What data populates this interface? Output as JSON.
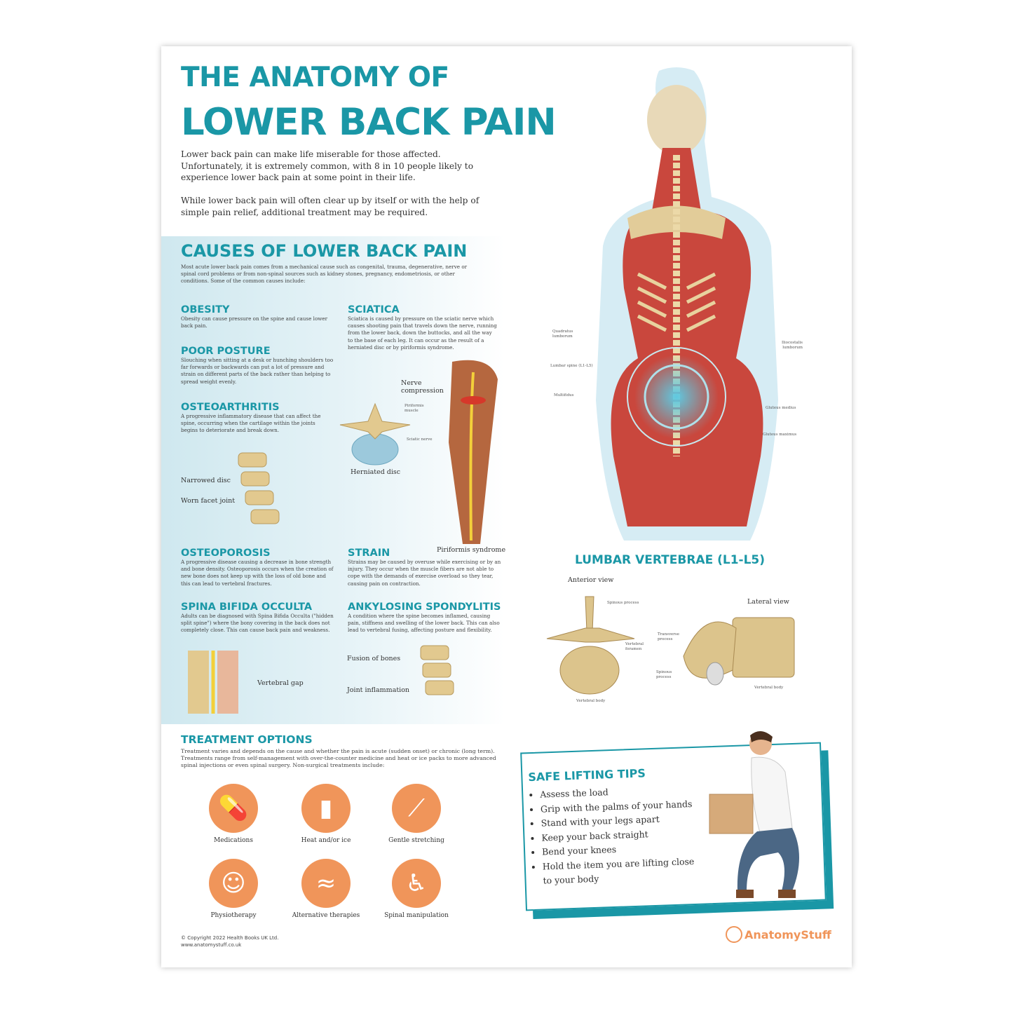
{
  "title": {
    "line1": "THE ANATOMY OF",
    "line2": "LOWER BACK PAIN"
  },
  "intro": [
    "Lower back pain can make life miserable for those affected. Unfortunately, it is extremely common, with 8 in 10 people likely to experience lower back pain at some point in their life.",
    "While lower back pain will often clear up by itself or with the help of simple pain relief, additional treatment may be required."
  ],
  "causes": {
    "heading": "CAUSES OF LOWER BACK PAIN",
    "intro": "Most acute lower back pain comes from a mechanical cause such as congenital, trauma, degenerative, nerve or spinal cord problems or from non-spinal sources such as kidney stones, pregnancy, endometriosis, or other conditions.  Some of the common causes include:",
    "items": [
      {
        "title": "OBESITY",
        "text": "Obesity can cause pressure on the spine and cause lower back pain."
      },
      {
        "title": "SCIATICA",
        "text": "Sciatica is caused by pressure on the sciatic nerve which causes shooting pain that travels down the nerve, running from the lower back, down the buttocks, and all the way to the base of each leg. It can occur as the result of a herniated disc or by piriformis syndrome."
      },
      {
        "title": "POOR POSTURE",
        "text": "Slouching when sitting at a desk or hunching shoulders too far forwards or backwards can put a lot of pressure and strain on different parts of the back rather than helping to spread weight evenly."
      },
      {
        "title": "OSTEOARTHRITIS",
        "text": "A progressive inflammatory disease that can affect the spine, occurring when the cartilage within the joints begins to deteriorate and break down."
      },
      {
        "title": "OSTEOPOROSIS",
        "text": "A progressive disease causing a decrease in bone strength and bone density. Osteoporosis occurs when the creation of new bone does not keep up with the loss of old bone and this can lead to vertebral fractures."
      },
      {
        "title": "STRAIN",
        "text": "Strains may be caused by overuse while exercising or by an injury. They occur when the muscle fibers are not able to cope with the demands of exercise overload so they tear, causing pain on contraction."
      },
      {
        "title": "SPINA BIFIDA OCCULTA",
        "text": "Adults can be diagnosed with Spina Bifida Occulta (\"hidden split spine\") where the bony covering in the back does not completely close. This can cause back pain and weakness."
      },
      {
        "title": "ANKYLOSING SPONDYLITIS",
        "text": "A condition where the spine becomes inflamed, causing pain, stiffness and swelling of the lower back. This can also lead to vertebral fusing, affecting posture and flexibility."
      }
    ],
    "labels": {
      "narrowed_disc": "Narrowed disc",
      "worn_facet": "Worn facet joint",
      "nerve_compression": "Nerve compression",
      "piriformis_muscle": "Piriformis muscle",
      "sciatic_nerve": "Sciatic nerve",
      "herniated_disc": "Herniated disc",
      "piriformis_syndrome": "Piriformis syndrome",
      "vertebral_gap": "Vertebral gap",
      "fusion": "Fusion of bones",
      "joint_inflammation": "Joint inflammation"
    }
  },
  "back_labels": {
    "quadratus": "Quadratus lumborum",
    "lumbar_spine": "Lumbar spine (L1-L5)",
    "multifidus": "Multifidus",
    "iliocostalis": "Iliocostalis lumborum",
    "gluteus_medius": "Gluteus medius",
    "gluteus_maximus": "Gluteus maximus"
  },
  "lumbar": {
    "heading": "LUMBAR VERTEBRAE (L1-L5)",
    "anterior": "Anterior view",
    "lateral": "Lateral view",
    "labels": {
      "spinous_a": "Spinous process",
      "foramen": "Vertebral foramen",
      "body_a": "Vertebral body",
      "transverse": "Transverse process",
      "spinous_l": "Spinous process",
      "body_l": "Vertebral body"
    }
  },
  "treatment": {
    "heading": "TREATMENT OPTIONS",
    "text": "Treatment varies and depends on the cause and whether the pain is acute (sudden onset) or chronic (long term). Treatments range from self-management with over-the-counter medicine and heat or ice packs to more advanced spinal injections or even spinal surgery.  Non-surgical treatments include:",
    "options": [
      {
        "label": "Medications",
        "icon": "pills-icon"
      },
      {
        "label": "Heat and/or ice",
        "icon": "hot-water-bottle-icon"
      },
      {
        "label": "Gentle stretching",
        "icon": "stretching-icon"
      },
      {
        "label": "Physiotherapy",
        "icon": "physiotherapy-icon"
      },
      {
        "label": "Alternative therapies",
        "icon": "massage-icon"
      },
      {
        "label": "Spinal manipulation",
        "icon": "spinal-manipulation-icon"
      }
    ],
    "icon_color": "#f0955a"
  },
  "lifting": {
    "heading": "SAFE LIFTING TIPS",
    "tips": [
      "Assess the load",
      "Grip with the palms of your hands",
      "Stand with your legs apart",
      "Keep your back straight",
      "Bend your knees",
      "Hold the item you are lifting close to your body"
    ]
  },
  "footer": {
    "copyright": "© Copyright 2022 Health Books UK Ltd.",
    "url": "www.anatomystuff.co.uk",
    "brand": "AnatomyStuff"
  },
  "colors": {
    "accent": "#1a97a6",
    "orange": "#f0955a"
  }
}
